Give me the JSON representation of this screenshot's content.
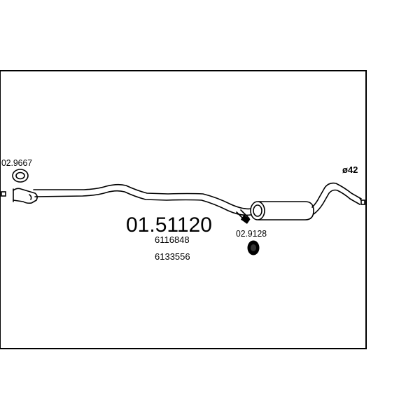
{
  "part_number": "01.51120",
  "oe_numbers": [
    "6116848",
    "6133556"
  ],
  "components": {
    "gasket_left": {
      "label": "02.9667"
    },
    "clamp_mid": {
      "label": "02.9128"
    }
  },
  "diameter_label": "ø42"
}
